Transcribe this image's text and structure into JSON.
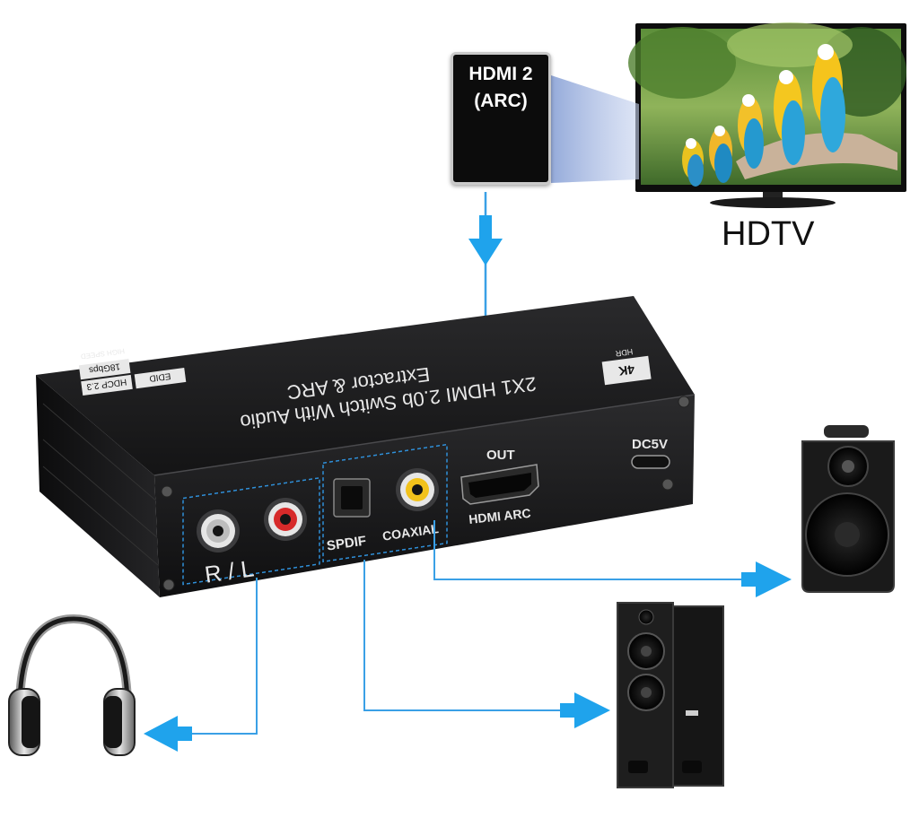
{
  "port_callout": {
    "line1": "HDMI 2",
    "line2": "(ARC)"
  },
  "tv": {
    "label": "HDTV"
  },
  "device": {
    "title_line1": "2X1 HDMI 2.0b Switch With Audio",
    "title_line2": "Extractor & ARC",
    "badge_4k": "4K",
    "badge_hdr": "HDR",
    "badge_edid": "EDID",
    "badge_hdcp": "HDCP 2.3",
    "badge_speed": "18Gbps",
    "badge_speed2": "HIGH SPEED",
    "out_label": "OUT",
    "hdmi_arc_label": "HDMI ARC",
    "dc_label": "DC5V",
    "rl_label": "R / L",
    "spdif_label": "SPDIF",
    "coaxial_label": "COAXIAL"
  },
  "colors": {
    "connector_line": "#3aa0e6",
    "arrow": "#1fa3ec",
    "device_body": "#1b1b1d"
  }
}
